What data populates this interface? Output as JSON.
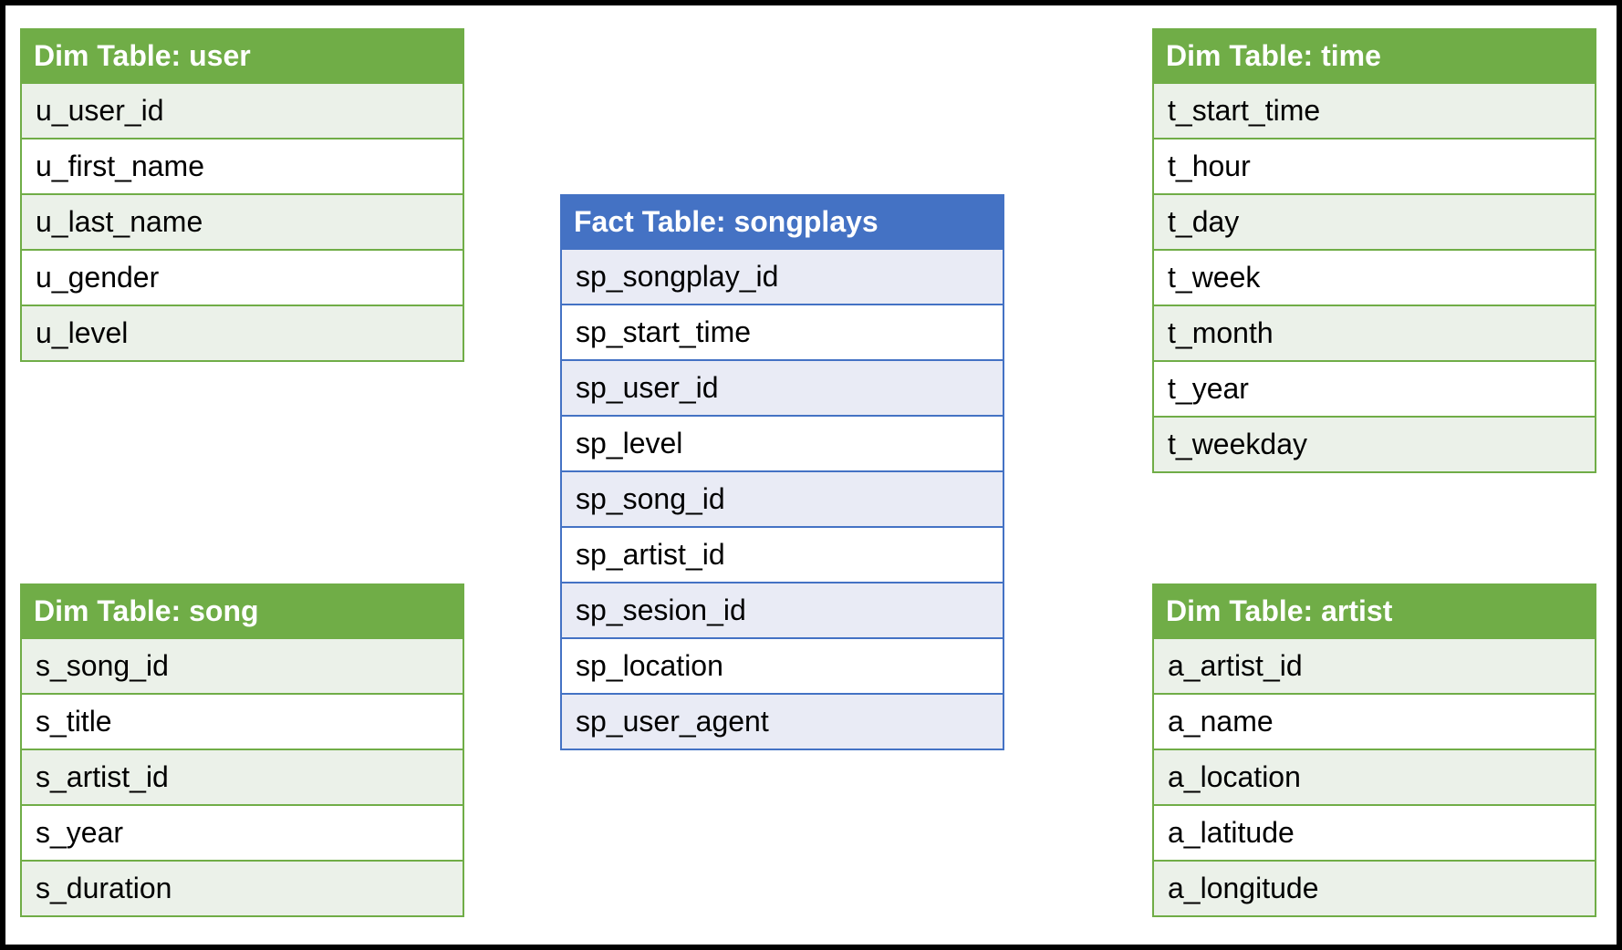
{
  "colors": {
    "dim_header": "#70ad47",
    "dim_row_alt": "#ebf1e9",
    "fact_header": "#4472c4",
    "fact_row_alt": "#e9ebf5",
    "frame": "#000000"
  },
  "tables": {
    "user": {
      "title": "Dim Table: user",
      "columns": [
        "u_user_id",
        "u_first_name",
        "u_last_name",
        "u_gender",
        "u_level"
      ]
    },
    "time": {
      "title": "Dim Table: time",
      "columns": [
        "t_start_time",
        "t_hour",
        "t_day",
        "t_week",
        "t_month",
        "t_year",
        "t_weekday"
      ]
    },
    "songplays": {
      "title": "Fact Table: songplays",
      "columns": [
        "sp_songplay_id",
        "sp_start_time",
        "sp_user_id",
        "sp_level",
        "sp_song_id",
        "sp_artist_id",
        "sp_sesion_id",
        "sp_location",
        "sp_user_agent"
      ]
    },
    "song": {
      "title": "Dim Table: song",
      "columns": [
        "s_song_id",
        "s_title",
        "s_artist_id",
        "s_year",
        "s_duration"
      ]
    },
    "artist": {
      "title": "Dim Table: artist",
      "columns": [
        "a_artist_id",
        "a_name",
        "a_location",
        "a_latitude",
        "a_longitude"
      ]
    }
  }
}
